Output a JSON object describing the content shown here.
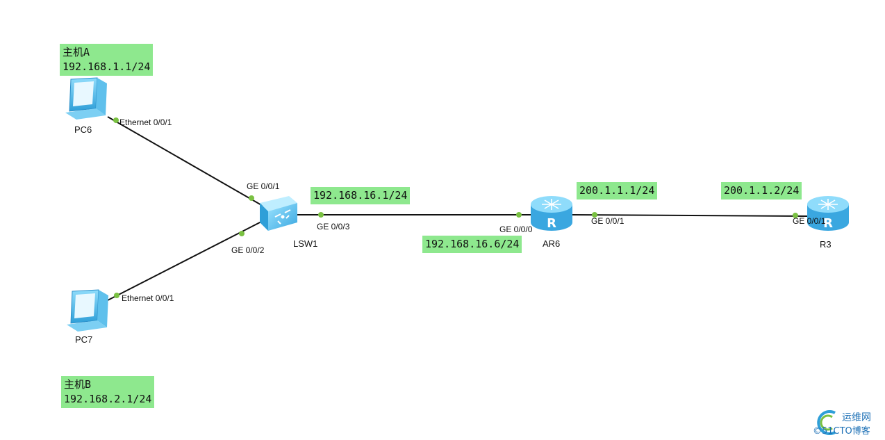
{
  "notes": {
    "host_a_name": "主机A",
    "host_a_ip": "192.168.1.1/24",
    "host_b_name": "主机B",
    "host_b_ip": "192.168.2.1/24",
    "lsw_uplink_ip": "192.168.16.1/24",
    "ar6_g000_ip": "192.168.16.6/24",
    "ar6_g001_ip": "200.1.1.1/24",
    "r3_g001_ip": "200.1.1.2/24"
  },
  "devices": {
    "pc6": "PC6",
    "pc7": "PC7",
    "lsw1": "LSW1",
    "ar6": "AR6",
    "r3": "R3"
  },
  "ports": {
    "pc6_eth": "Ethernet 0/0/1",
    "pc7_eth": "Ethernet 0/0/1",
    "lsw_g001": "GE 0/0/1",
    "lsw_g002": "GE 0/0/2",
    "lsw_g003": "GE 0/0/3",
    "ar6_g000": "GE 0/0/0",
    "ar6_g001": "GE 0/0/1",
    "r3_g001": "GE 0/0/1"
  },
  "watermark": {
    "line1": "运维网",
    "line2": "©51CTO博客"
  },
  "colors": {
    "note_bg": "#8ee88e",
    "port_dot": "#7ac142",
    "link": "#111111",
    "device_blue": "#4fb8ea"
  }
}
